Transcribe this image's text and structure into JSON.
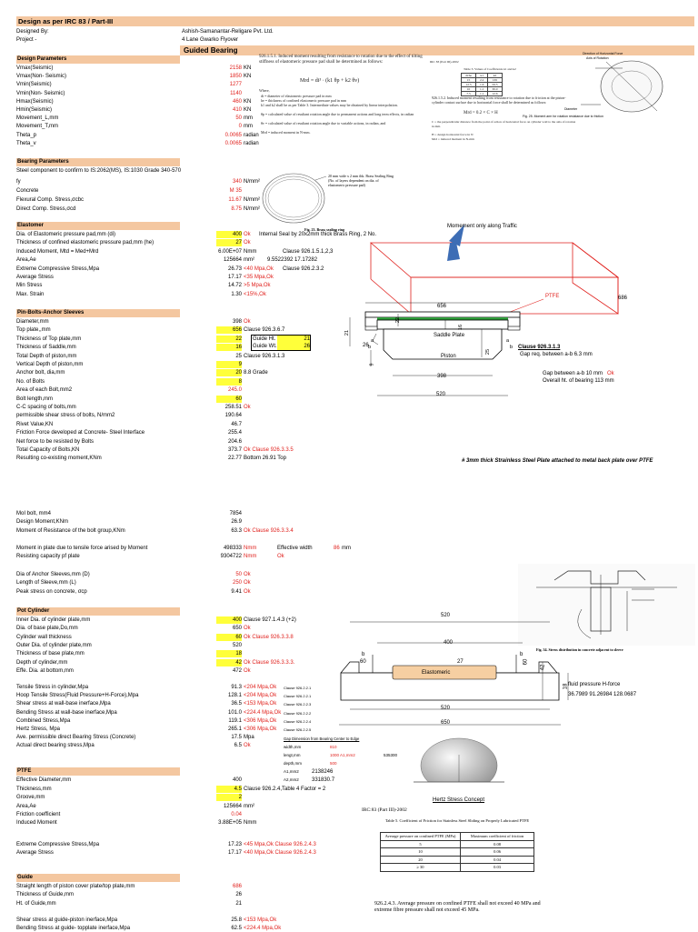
{
  "header": {
    "title": "Design as per IRC 83 / Part-III",
    "designed_by_label": "Designed By:",
    "designed_by_value": "Ashish-Samanantar-Religare Pvt. Ltd.",
    "project_label": "Project -",
    "project_value": "4 Lane Gwarko Flyover",
    "section_title": "Guided Bearing"
  },
  "design_params": {
    "heading": "Design Parameters",
    "rows": [
      {
        "label": "Vmax(Seismic)",
        "value": "2158",
        "unit": "KN"
      },
      {
        "label": "Vmax(Non- Seismic)",
        "value": "1850",
        "unit": "KN"
      },
      {
        "label": "Vmin(Seismic)",
        "value": "1277",
        "unit": ""
      },
      {
        "label": "Vmin(Non- Seismic)",
        "value": "1140",
        "unit": ""
      },
      {
        "label": "Hmax(Seismic)",
        "value": "460",
        "unit": "KN"
      },
      {
        "label": "Hmin(Seismic)",
        "value": "410",
        "unit": "KN"
      },
      {
        "label": "Movement_L,mm",
        "value": "50",
        "unit": "mm"
      },
      {
        "label": "Movement_T,mm",
        "value": "0",
        "unit": "mm"
      },
      {
        "label": "Theta_p",
        "value": "0.0065",
        "unit": "radian"
      },
      {
        "label": "Theta_v",
        "value": "0.0065",
        "unit": "radian"
      }
    ]
  },
  "bearing_params": {
    "heading": "Bearing Parameters",
    "steel_note": "Steel component to confirm to IS:2062(MS), IS:1030 Grade 340-570",
    "rows": [
      {
        "label": "fy",
        "value": "340",
        "unit": "N/mm²"
      },
      {
        "label": "Concrete",
        "value": "M 35",
        "unit": ""
      },
      {
        "label": "Flexural Comp. Stress,σcbc",
        "value": "11.67",
        "unit": "N/mm²"
      },
      {
        "label": "Direct Comp. Stress,σcd",
        "value": "8.75",
        "unit": "N/mm²"
      }
    ]
  },
  "elastomer": {
    "heading": "Elastomer",
    "rows": [
      {
        "label": "Dia. of Elastomeric pressure pad,mm (di)",
        "value": "400",
        "status": "Ok",
        "extra": "Internal Seal by 20x2mm thick Brass Ring, 2 No."
      },
      {
        "label": "Thickness of confined elastomeric pressure pad,mm (he)",
        "value": "27",
        "status": "Ok",
        "extra": ""
      },
      {
        "label": "Induced Moment, Mtd = Med+Mrd",
        "value": "6.00E+07",
        "status": "Nmm",
        "extra": "Clause 926.1.5.1,2,3"
      },
      {
        "label": "Area,Ae",
        "value": "125664",
        "status": "mm²",
        "extra": "9.5522392   17.17282"
      },
      {
        "label": "Extreme Compressive Stress,Mpa",
        "value": "26.73",
        "status": "<40 Mpa,Ok",
        "extra": "Clause 926.2.3.2"
      },
      {
        "label": "Average Stress",
        "value": "17.17",
        "status": "<35 Mpa,Ok",
        "extra": ""
      },
      {
        "label": "Min Stress",
        "value": "14.72",
        "status": ">5 Mpa,Ok",
        "extra": ""
      },
      {
        "label": "Max. Strain",
        "value": "1.30",
        "status": "<15%,Ok",
        "extra": ""
      }
    ]
  },
  "pin_bolts": {
    "heading": "Pin-Bolts-Anchor Sleeves",
    "rows": [
      {
        "label": "Diameter,mm",
        "value": "398",
        "status": "Ok"
      },
      {
        "label": "Top plate,,mm",
        "value": "656",
        "status": "Clause 926.3.6.7"
      },
      {
        "label": "Thickness of Top plate,mm",
        "value": "22",
        "status": ""
      },
      {
        "label": "Thickness of Saddle,mm",
        "value": "16",
        "status": ""
      },
      {
        "label": "Total Depth of piston,mm",
        "value": "25",
        "status": "Clause 926.3.1.3"
      },
      {
        "label": "Vertical Depth of piston,mm",
        "value": "9",
        "status": ""
      },
      {
        "label": "Anchor bolt, dia,mm",
        "value": "20",
        "status": "8.8 Grade"
      },
      {
        "label": "No. of Bolts",
        "value": "8",
        "status": ""
      },
      {
        "label": "Area of each Bolt,mm2",
        "value": "245.0",
        "status": ""
      },
      {
        "label": "Bolt length,mm",
        "value": "60",
        "status": ""
      },
      {
        "label": "C-C spacing of bolts,mm",
        "value": "258.51",
        "status": "Ok"
      },
      {
        "label": "permissible shear stress of bolts, N/mm2",
        "value": "190.64",
        "status": ""
      },
      {
        "label": "Rivet Value,KN",
        "value": "46.7",
        "status": ""
      },
      {
        "label": "Friction Force developed at Concrete- Steel Interface",
        "value": "255.4",
        "status": ""
      },
      {
        "label": "Net force to be resisted by Bolts",
        "value": "204.6",
        "status": ""
      },
      {
        "label": "Total Capacity of Bolts,KN",
        "value": "373.7",
        "status": "Ok      Clause 926.3.3.5"
      },
      {
        "label": "Resulting co-existing moment,KNm",
        "value": "22.77",
        "status": "Bottom          26.91  Top"
      }
    ],
    "guide_ht_label": "Guide Ht.",
    "guide_ht_value": "21",
    "guide_wt_label": "Guide Wt.",
    "guide_wt_value": "26"
  },
  "bolt_group": {
    "rows": [
      {
        "label": "MoI bolt, mm4",
        "value": "7854",
        "status": ""
      },
      {
        "label": "Design Moment,KNm",
        "value": "26.9",
        "status": ""
      },
      {
        "label": "Moment of Resistance of the bolt group,KNm",
        "value": "63.3",
        "status": "Ok          Clause 926.3.3.4"
      },
      {
        "label": "Moment in plate due to tensile force arised by Moment",
        "value": "498333",
        "status": "Nmm"
      },
      {
        "label": "Resisting capacity pf plate",
        "value": "9304722",
        "status": "Nmm"
      },
      {
        "label": "Dia of Anchor Sleeves,mm (D)",
        "value": "50",
        "status": "Ok"
      },
      {
        "label": "Length of Sleeve,mm (L)",
        "value": "250",
        "status": "Ok"
      },
      {
        "label": "Peak stress on concrete, σcp",
        "value": "9.41",
        "status": "Ok"
      }
    ],
    "effective_width_label": "Effective width",
    "effective_width_value": "86",
    "effective_width_unit": "mm",
    "resisting_ok": "Ok"
  },
  "pot_cylinder": {
    "heading": "Pot Cylinder",
    "rows": [
      {
        "label": "Inner Dia. of cylinder plate,mm",
        "value": "400",
        "status": "Clause 927.1.4.3       (+2)"
      },
      {
        "label": "Dia. of base plate,Do,mm",
        "value": "650",
        "status": "Ok"
      },
      {
        "label": "Cylinder wall thickness",
        "value": "60",
        "status": "Ok          Clause 926.3.3.8"
      },
      {
        "label": "Outer Dia. of cylinder plate,mm",
        "value": "520",
        "status": ""
      },
      {
        "label": "Thickness of base plate,mm",
        "value": "18",
        "status": ""
      },
      {
        "label": "Depth of cylinder,mm",
        "value": "42",
        "status": "Ok          Clause 926.3.3.3."
      },
      {
        "label": "Effe. Dia. at bottom,mm",
        "value": "472",
        "status": "Ok"
      }
    ],
    "stress_rows": [
      {
        "label": "Tensile Stress in cylinder,Mpa",
        "value": "91.3",
        "status": "<204 Mpa,Ok",
        "clause": "Clause 926.2.2.1"
      },
      {
        "label": "Hoop Tensile Stress(Fluid Pressure+H-Force),Mpa",
        "value": "128.1",
        "status": "<204 Mpa,Ok",
        "clause": "Clause 926.2.2.1"
      },
      {
        "label": "Shear stress at wall-base inerface,Mpa",
        "value": "36.5",
        "status": "<153 Mpa,Ok",
        "clause": "Clause 926.2.2.3"
      },
      {
        "label": "Bending Stress  at wall-base inerface,Mpa",
        "value": "101.0",
        "status": "<224.4 Mpa,Ok",
        "clause": "Clause 926.2.2.2"
      },
      {
        "label": "Combined Stress,Mpa",
        "value": "119.1",
        "status": "<306 Mpa,Ok",
        "clause": "Clause 926.2.2.4"
      },
      {
        "label": "Hertz Stress, Mpa",
        "value": "265.1",
        "status": "<306 Mpa,Ok",
        "clause": "Clause 926.2.2.5"
      },
      {
        "label": "Ave. permissible direct Bearing Stress (Concrete)",
        "value": "17.5",
        "status": "Mpa",
        "clause": ""
      },
      {
        "label": "Actual direct bearing stress,Mpa",
        "value": "6.5",
        "status": "Ok",
        "clause": ""
      }
    ],
    "gap_title": "Gap Dimension from Bearing Center to Edge",
    "gap_rows": [
      {
        "label": "width,mm",
        "value": "810"
      },
      {
        "label": "lengt,mm",
        "value": "1000  A1,mm2"
      },
      {
        "label": "depth,mm",
        "value": "500"
      },
      {
        "label": "A1,mm2",
        "value": "2138246"
      },
      {
        "label": "A2,mm2",
        "value": "331830.7"
      }
    ],
    "gap_extra": "535300"
  },
  "ptfe": {
    "heading": "PTFE",
    "rows": [
      {
        "label": "Effective Diameter,mm",
        "value": "400",
        "status": ""
      },
      {
        "label": "Thickness,mm",
        "value": "4.5",
        "status": "Clause 926.2.4,Table 4  Factor =          2"
      },
      {
        "label": "Groove,mm",
        "value": "2",
        "status": ""
      },
      {
        "label": "Area,Ae",
        "value": "125664",
        "status": "mm²"
      },
      {
        "label": "Friction coefficient",
        "value": "0.04",
        "status": ""
      },
      {
        "label": "Induced Moment",
        "value": "3.88E+05",
        "status": "Nmm"
      },
      {
        "label": "Extreme Compressive Stress,Mpa",
        "value": "17.23",
        "status": "<45 Mpa,Ok          Clause 926.2.4.3"
      },
      {
        "label": "Average Stress",
        "value": "17.17",
        "status": "<40 Mpa,Ok          Clause 926.2.4.3"
      }
    ]
  },
  "guide": {
    "heading": "Guide",
    "rows": [
      {
        "label": "Straight length of piston cover plate/top plate,mm",
        "value": "686"
      },
      {
        "label": "Thickness of Guide,mm",
        "value": "26"
      },
      {
        "label": "Ht. of Guide,mm",
        "value": "21"
      }
    ],
    "stress_rows": [
      {
        "label": "Shear stress at guide-piston inerface,Mpa",
        "value": "25.8",
        "status": "<153 Mpa,Ok"
      },
      {
        "label": "Bending Stress  at guide- topplate  inerface,Mpa",
        "value": "62.5",
        "status": "<224.4 Mpa,Ok"
      }
    ]
  },
  "diagram_main": {
    "moment_text": "Momement only along Traffic",
    "ptfe_label": "PTFE",
    "saddle_label": "Saddle Plate",
    "piston_label": "Piston",
    "dim_656": "656",
    "dim_686": "686",
    "dim_22": "22",
    "dim_21": "21",
    "dim_16": "16",
    "dim_26": "26",
    "dim_25": "25",
    "dim_9": "9",
    "dim_398": "398",
    "dim_520": "520",
    "a_label": "a",
    "b_label": "b",
    "clause_label": "Clause 926.3.1.3",
    "gap_ab": "Gap req. between a-b 6.3 mm",
    "gap_ab2": "Gap between a-b 10 mm",
    "gap_ok": "Ok",
    "overall_ht": "Overall ht. of bearing 113 mm",
    "ss_plate_note": "# 3mm thick Strainless Steel Plate attached to metal back plate over PTFE"
  },
  "diagram_pot": {
    "dim_520": "520",
    "dim_400": "400",
    "dim_27": "27",
    "dim_60a": "60",
    "dim_60b": "60",
    "dim_42": "42",
    "dim_18": "18",
    "dim_650": "650",
    "b_label": "b",
    "elastomeric_label": "Elastomeric",
    "fluid_label": "fluid pressure  H-force",
    "fluid_values": "36.7989    91.26984    128.0687"
  },
  "hertz_caption": "Hertz Stress Concept",
  "ring_caption": "Fig. 23. Brass sealing ring",
  "ring_note": "20 mm wide x 2 mm thk. Brass Sealing Ring (No. of layers dependent on dia. of elastomeric pressure pad)",
  "sleeve_caption": "Fig. 34. Stress distribution in concrete adjacent to sleeve",
  "irc_table": {
    "heading": "IRC:83 (Part III)-2002",
    "title": "Table 5. Coefficient of Friction for Stainless Steel Sliding on Properly Lubricated PTFE",
    "col1": "Average pressure on confined PTFE (MPa)",
    "col2": "Maximum coefficient of friction",
    "rows": [
      [
        "5",
        "0.08"
      ],
      [
        "10",
        "0.06"
      ],
      [
        "20",
        "0.04"
      ],
      [
        "≥ 30",
        "0.03"
      ]
    ],
    "note": "926.2.4.3. Average pressure on confined PTFE shall not exceed 40 MPa and extreme fibre pressure shall not exceed 45 MPa."
  },
  "irc_text": {
    "para1": "926.1.5.1. Induced moment resulting from resistance to rotation due to the effect of tilting stiffness of elastomeric pressure pad shall be determined as follows:",
    "formula": "Mrd = di³ · (k1 θp + k2 θv)",
    "where": "Where,",
    "di_def": "di  =   diameter of elastomeric pressure pad in mm",
    "he_def": "he  =   thickness of confined elastomeric pressure pad in mm",
    "k_def": "k1 and k2 shall be as per Table 3. Intermediate values may be obtained by linear interpolation.",
    "thetap_def": "θp  =   calculated value of resultant rotation angle due to permanent actions and long term effects, in radian",
    "thetav_def": "θv  =   calculated value of resultant rotation angle due to variable actions, in radian, and",
    "mrd_def": "Mrd =   induced moment in N-mm.",
    "table3_title": "Table 3. Values of Coefficients k1 and k2",
    "table3_head": [
      "di/he",
      "k1",
      "k2"
    ],
    "table3_rows": [
      [
        "15",
        "2.2",
        "165"
      ],
      [
        "12.5",
        "1.6",
        "59.5"
      ],
      [
        "10",
        "1.1",
        "30.0"
      ],
      [
        "7.5",
        "1.1",
        "12.6"
      ]
    ],
    "para2": "926.1.5.2. Induced moment resulting from resistance to rotation due to friction at the piston-cylinder contact surface due to horizontal force shall be determined as follows:",
    "formula2": "Mrd = 0.2 × C × H",
    "fig_ref": "IRC 83 (Part III)-2002",
    "fig_caption": "Fig. 25. Moment arm for rotation resistance due to friction",
    "c_def": "C  =   the perpendicular distance from the point of action of horizontal force on cylinder wall to the axis of rotation in mm.",
    "h_def": "H  =   design horizontal force in N",
    "m_def": "Mrd =  induced moment in N-mm",
    "direction_label": "Direction of Horizontal Force",
    "axis_label": "Axis of Rotation",
    "diameter_label": "Diameter"
  }
}
